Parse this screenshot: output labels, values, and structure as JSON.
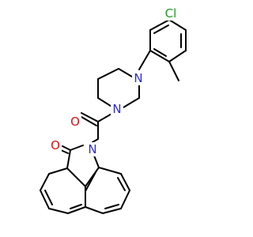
{
  "molecule": {
    "atoms": {
      "cl": {
        "label": "Cl",
        "color": "#1f9a1f"
      },
      "n_piperazine_top": {
        "label": "N",
        "color": "#2b2bd6"
      },
      "n_piperazine_bottom": {
        "label": "N",
        "color": "#2b2bd6"
      },
      "o_amide": {
        "label": "O",
        "color": "#e01010"
      },
      "o_lactam": {
        "label": "O",
        "color": "#e01010"
      },
      "n_lactam": {
        "label": "N",
        "color": "#2b2bd6"
      }
    },
    "bond_color": "#000000"
  }
}
